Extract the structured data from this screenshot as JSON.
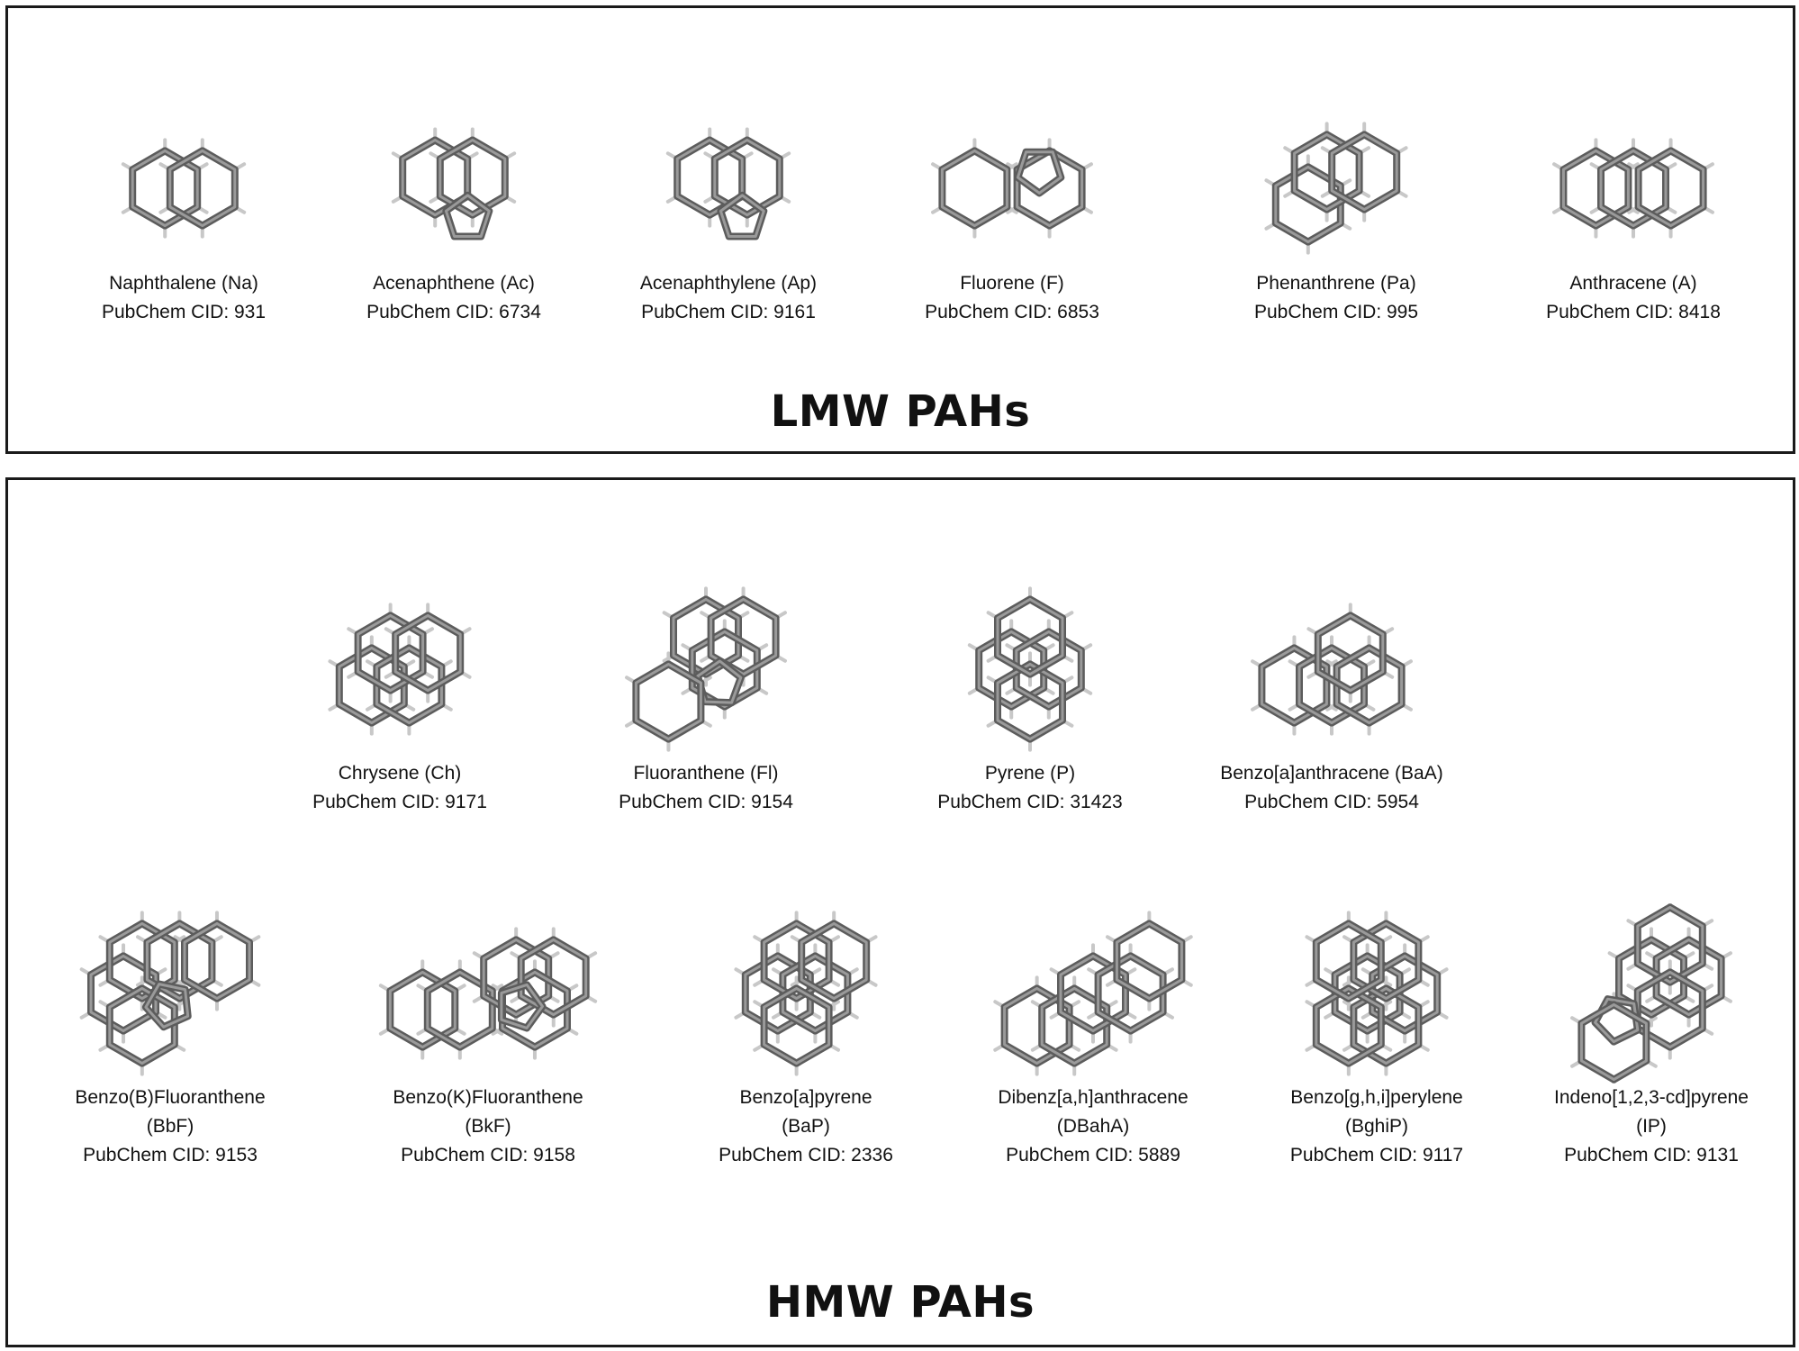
{
  "panels": [
    {
      "title": "LMW PAHs",
      "compounds": [
        {
          "name": "Naphthalene (Na)",
          "cid": "PubChem CID: 931",
          "structure": "naphthalene"
        },
        {
          "name": "Acenaphthene (Ac)",
          "cid": "PubChem CID: 6734",
          "structure": "acenaphthene"
        },
        {
          "name": "Acenaphthylene (Ap)",
          "cid": "PubChem CID: 9161",
          "structure": "acenaphthylene"
        },
        {
          "name": "Fluorene (F)",
          "cid": "PubChem CID: 6853",
          "structure": "fluorene"
        },
        {
          "name": "Phenanthrene (Pa)",
          "cid": "PubChem CID: 995",
          "structure": "phenanthrene"
        },
        {
          "name": "Anthracene (A)",
          "cid": "PubChem CID: 8418",
          "structure": "anthracene"
        }
      ]
    },
    {
      "title": "HMW PAHs",
      "compounds": [
        {
          "name": "Chrysene (Ch)",
          "cid": "PubChem CID: 9171",
          "structure": "chrysene"
        },
        {
          "name": "Fluoranthene (Fl)",
          "cid": "PubChem CID: 9154",
          "structure": "fluoranthene"
        },
        {
          "name": "Pyrene (P)",
          "cid": "PubChem CID: 31423",
          "structure": "pyrene"
        },
        {
          "name": "Benzo[a]anthracene (BaA)",
          "cid": "PubChem CID: 5954",
          "structure": "benzo-a-anthracene"
        },
        {
          "name": "Benzo(B)Fluoranthene",
          "abbr": "(BbF)",
          "cid": "PubChem CID: 9153",
          "structure": "benzo-b-fluoranthene"
        },
        {
          "name": "Benzo(K)Fluoranthene",
          "abbr": "(BkF)",
          "cid": "PubChem CID: 9158",
          "structure": "benzo-k-fluoranthene"
        },
        {
          "name": "Benzo[a]pyrene",
          "abbr": "(BaP)",
          "cid": "PubChem CID: 2336",
          "structure": "benzo-a-pyrene"
        },
        {
          "name": "Dibenz[a,h]anthracene",
          "abbr": "(DBahA)",
          "cid": "PubChem CID: 5889",
          "structure": "dibenz-ah-anthracene"
        },
        {
          "name": "Benzo[g,h,i]perylene",
          "abbr": "(BghiP)",
          "cid": "PubChem CID: 9117",
          "structure": "benzo-ghi-perylene"
        },
        {
          "name": "Indeno[1,2,3-cd]pyrene",
          "abbr": "(IP)",
          "cid": "PubChem CID: 9131",
          "structure": "indeno-123cd-pyrene"
        }
      ]
    }
  ]
}
